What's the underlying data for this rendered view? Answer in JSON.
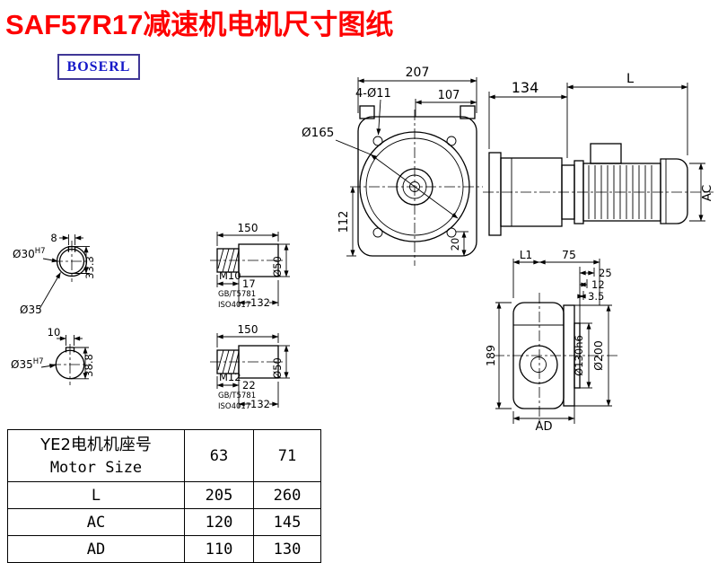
{
  "page": {
    "title": "SAF57R17减速机电机尺寸图纸",
    "brand": "BOSERL"
  },
  "colors": {
    "title": "#fe0000",
    "brand_text": "#1518c8",
    "brand_border": "#3f3796",
    "line": "#000000"
  },
  "front_view": {
    "dim_width": "207",
    "dim_107": "107",
    "holes": "4-Ø11",
    "flange_dia": "Ø165",
    "dim_height": "112",
    "dim_20": "20"
  },
  "side_view": {
    "dim_134": "134",
    "dim_L": "L",
    "dim_AC": "AC"
  },
  "shaft_detail_top": {
    "length": "150",
    "thread": "M10",
    "std_gb": "GB/T5781",
    "std_iso": "ISO4017",
    "dim_a": "17",
    "dim_b": "132",
    "dia": "Ø50"
  },
  "shaft_detail_bottom": {
    "length": "150",
    "thread": "M12",
    "std_gb": "GB/T5781",
    "std_iso": "ISO4017",
    "dim_a": "22",
    "dim_b": "132",
    "dia": "Ø50"
  },
  "bore_section_top": {
    "key_width": "8",
    "bore": "Ø30",
    "fit": "H7",
    "depth": "33.3",
    "outer": "Ø35"
  },
  "bore_section_bottom": {
    "key_width": "10",
    "bore": "Ø35",
    "fit": "H7",
    "depth": "38.8"
  },
  "rear_view": {
    "dim_L1": "L1",
    "dim_75": "75",
    "dim_25": "25",
    "dim_12": "12",
    "dim_3_5": "3.5",
    "dim_189": "189",
    "spigot_dia": "Ø130h6",
    "flange_dia": "Ø200",
    "dim_AD": "AD"
  },
  "table": {
    "header": {
      "line1": "YE2电机机座号",
      "line2": "Motor Size"
    },
    "sizes": [
      "63",
      "71"
    ],
    "rows": [
      {
        "label": "L",
        "values": [
          "205",
          "260"
        ]
      },
      {
        "label": "AC",
        "values": [
          "120",
          "145"
        ]
      },
      {
        "label": "AD",
        "values": [
          "110",
          "130"
        ]
      }
    ]
  }
}
